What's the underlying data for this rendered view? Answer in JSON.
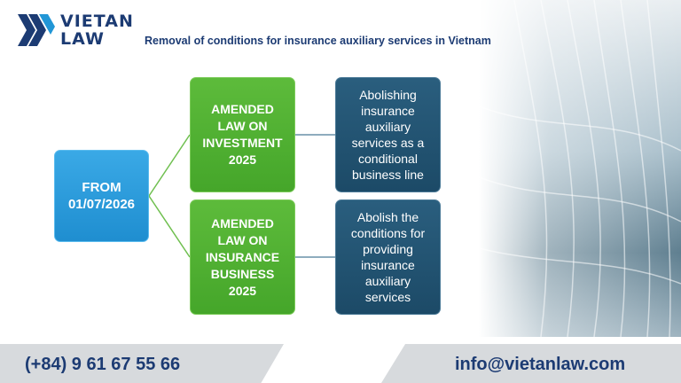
{
  "logo": {
    "line1": "VIETAN",
    "line2": "LAW"
  },
  "title": "Removal of conditions for insurance auxiliary services in Vietnam",
  "root": {
    "line1": "FROM",
    "line2": "01/07/2026"
  },
  "laws": [
    {
      "lines": [
        "AMENDED",
        "LAW ON",
        "INVESTMENT",
        "2025"
      ]
    },
    {
      "lines": [
        "AMENDED",
        "LAW ON",
        "INSURANCE",
        "BUSINESS",
        "2025"
      ]
    }
  ],
  "effects": [
    {
      "lines": [
        "Abolishing",
        "insurance",
        "auxiliary",
        "services as a",
        "conditional",
        "business line"
      ]
    },
    {
      "lines": [
        "Abolish the",
        "conditions for",
        "providing",
        "insurance",
        "auxiliary",
        "services"
      ]
    }
  ],
  "footer": {
    "phone": "(+84) 9 61 67 55 66",
    "email": "info@vietanlaw.com"
  },
  "colors": {
    "navy": "#1c3b73",
    "blue": "#2196d6",
    "green": "#52b234",
    "teal": "#24526f",
    "footer_gray": "#d7dadd"
  }
}
